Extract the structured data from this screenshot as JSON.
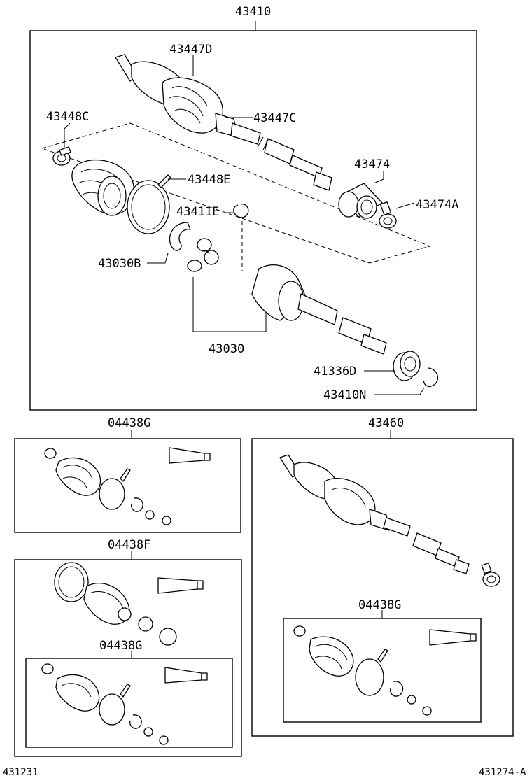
{
  "labels": {
    "assy_main": "43410",
    "outer_boot": "43447D",
    "boot_clamp_outer": "43447C",
    "clamp_left": "43448C",
    "clamp_band": "43448E",
    "damper": "43474",
    "damper_clamp": "43474A",
    "snap_ring": "43411E",
    "tripod_ring": "43030B",
    "inner_joint": "43030",
    "dust_seal": "41336D",
    "hole_snap_ring": "43410N",
    "kit_a": "04438G",
    "kit_b": "04438F",
    "kit_b_inner": "04438G",
    "assy_right": "43460",
    "kit_right": "04438G",
    "footer_left": "431231",
    "footer_right": "431274-A"
  }
}
